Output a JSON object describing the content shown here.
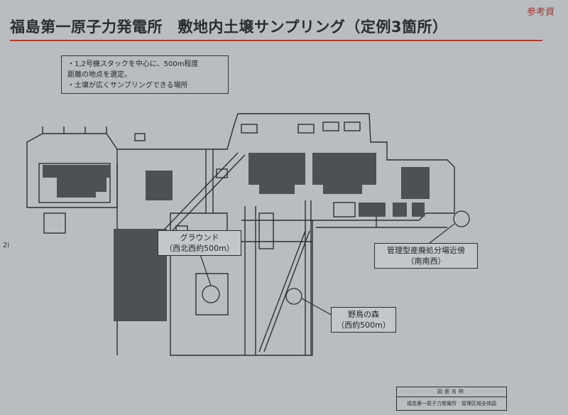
{
  "title": "福島第一原子力発電所　敷地内土壌サンプリング（定例3箇所）",
  "stamp": "参考資",
  "note": {
    "lines": [
      "・1,2号機スタックを中心に、500m程度",
      "距離の地点を選定。",
      "・土壌が広くサンプリングできる場所"
    ]
  },
  "sampling_points": [
    {
      "name": "グラウンド",
      "direction": "（西北西約500m）"
    },
    {
      "name": "管理型産廃処分場近傍",
      "direction": "（南南西）"
    },
    {
      "name": "野鳥の森",
      "direction": "（西約500m）"
    }
  ],
  "title_block": {
    "header": "図面名称",
    "text": "福島第一原子力発電所　管理区域全体図"
  },
  "margin_mark": "2i",
  "colors": {
    "paper": "#b9bdc2",
    "line": "#2c2f33",
    "building": "#4d5054",
    "underline": "#b23b2b"
  }
}
